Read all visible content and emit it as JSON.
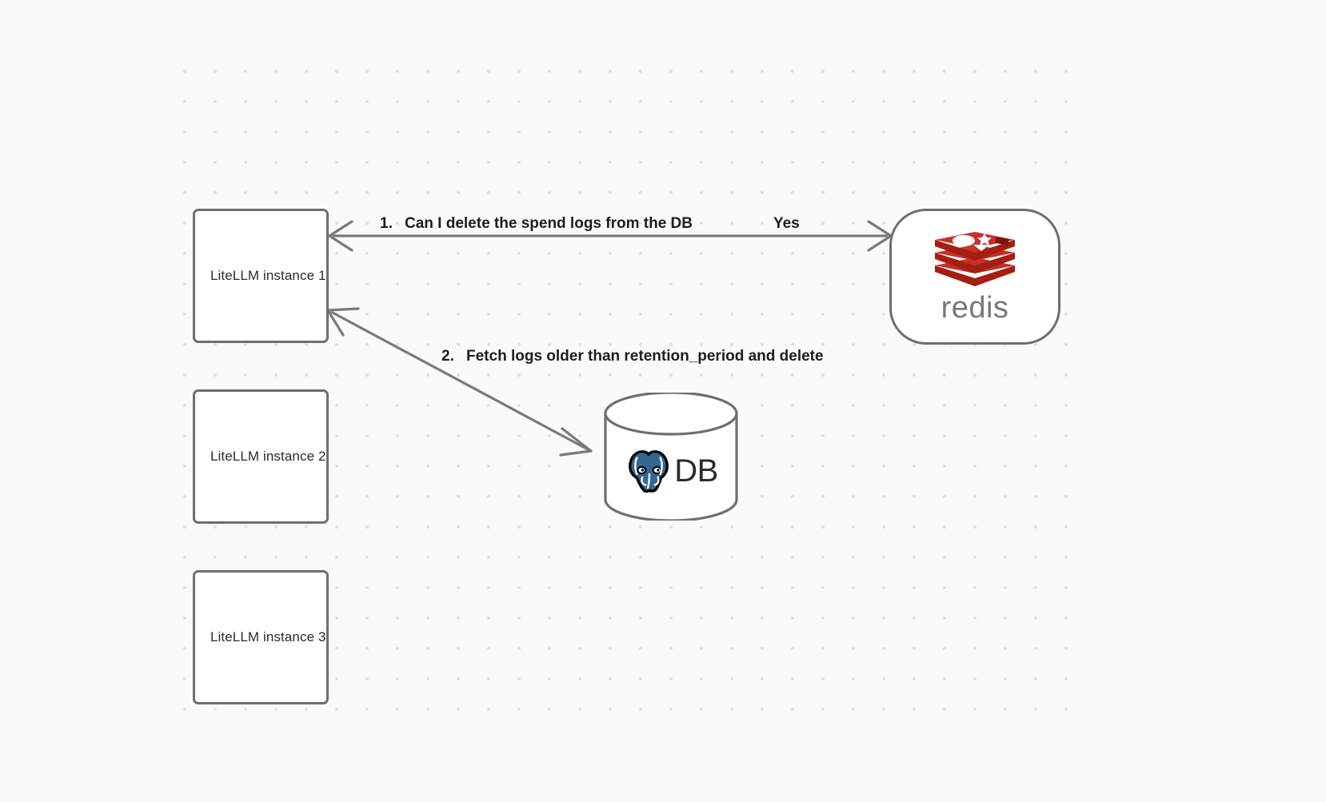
{
  "diagram": {
    "background_color": "#fafafa",
    "grid_dot_color": "#e4e4e6",
    "node_border_color": "#6e6e6e",
    "edge_color": "#7a7a7a",
    "redis_red": "#c6302b",
    "redis_red_dark": "#a41e11",
    "postgres_blue": "#336791",
    "nodes": {
      "litellm_1": {
        "label": "LiteLLM instance 1"
      },
      "litellm_2": {
        "label": "LiteLLM instance 2"
      },
      "litellm_3": {
        "label": "LiteLLM instance 3"
      },
      "redis": {
        "label": "redis",
        "icon": "redis-stack-logo"
      },
      "database": {
        "label": "DB",
        "icon": "postgresql-elephant-logo"
      }
    },
    "edges": [
      {
        "id": "edge-litellm1-redis",
        "from": "litellm_1",
        "to": "redis",
        "direction": "bidirectional",
        "step_number": "1.",
        "question": "Can I delete the spend logs from the DB",
        "answer": "Yes"
      },
      {
        "id": "edge-litellm1-database",
        "from": "litellm_1",
        "to": "database",
        "direction": "bidirectional",
        "step_number": "2.",
        "question": "Fetch logs older than retention_period and delete",
        "answer": ""
      }
    ]
  }
}
